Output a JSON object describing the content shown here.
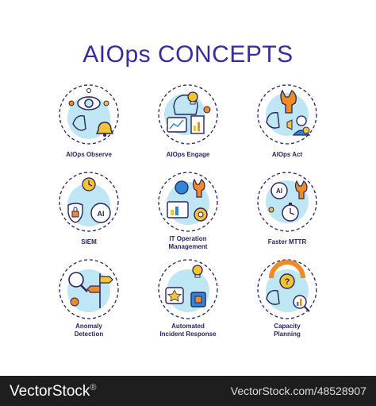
{
  "title": "AIOps CONCEPTS",
  "colors": {
    "title": "#3a2a9e",
    "outline": "#2a2360",
    "circle_fill": "#bfe6f3",
    "accent_yellow": "#f4c430",
    "accent_orange": "#f08a24",
    "accent_blue": "#2f86d6",
    "footer_bg": "#1e1e1e"
  },
  "concepts": [
    {
      "label": "AIOps Observe",
      "icon": "eye-network-bell-icon"
    },
    {
      "label": "AIOps Engage",
      "icon": "head-lightbulb-dashboard-icon"
    },
    {
      "label": "AIOps Act",
      "icon": "head-wrench-user-icon"
    },
    {
      "label": "SIEM",
      "icon": "shield-lock-brain-icon"
    },
    {
      "label": "IT Operation Management",
      "label_lines": [
        "IT Operation",
        "Management"
      ],
      "icon": "server-chart-gear-icon"
    },
    {
      "label": "Faster MTTR",
      "icon": "brain-wrench-stopwatch-icon"
    },
    {
      "label": "Anomaly Detection",
      "label_lines": [
        "Anomaly",
        "Detection"
      ],
      "icon": "magnifier-signpost-icon"
    },
    {
      "label": "Automated Incident Response",
      "label_lines": [
        "Automated",
        "Incident Response"
      ],
      "icon": "star-chip-lightbulb-icon"
    },
    {
      "label": "Capacity Planning",
      "label_lines": [
        "Capacity",
        "Planning"
      ],
      "icon": "gauge-question-chart-icon"
    }
  ],
  "footer": {
    "brand": "VectorStock",
    "registered": "®",
    "image_id": "VectorStock.com/48528907"
  }
}
